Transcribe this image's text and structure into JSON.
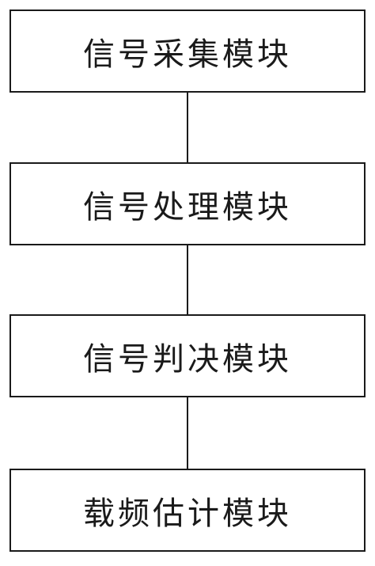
{
  "modules": [
    {
      "label": "信号采集模块"
    },
    {
      "label": "信号处理模块"
    },
    {
      "label": "信号判决模块"
    },
    {
      "label": "载频估计模块"
    }
  ],
  "colors": {
    "stroke": "#1a1a1a",
    "background": "#ffffff"
  }
}
